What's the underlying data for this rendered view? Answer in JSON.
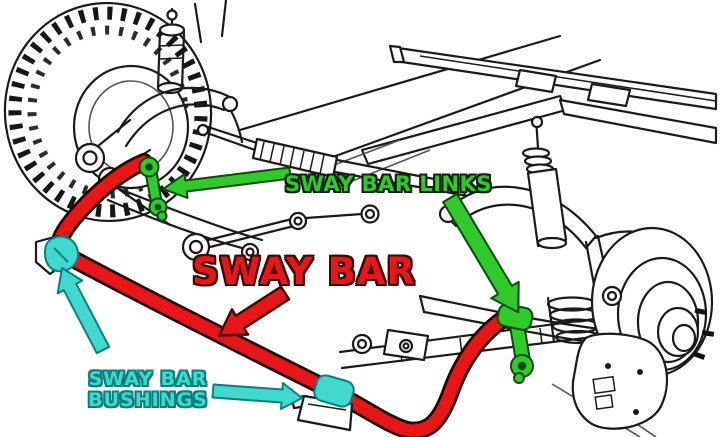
{
  "diagram": {
    "type": "vehicle front suspension illustration",
    "background_color": "#ffffff"
  },
  "labels": {
    "links": {
      "text": "SWAY BAR LINKS"
    },
    "bar": {
      "text": "SWAY BAR"
    },
    "bushings": {
      "line1": "SWAY BAR",
      "line2": "BUSHINGS"
    }
  },
  "colors": {
    "red": "#e81616",
    "red_outline": "#3f0505",
    "green": "#2fcb2a",
    "green_outline": "#0c4a0a",
    "cyan": "#3fd9cf",
    "cyan_outline": "#0b7f7f",
    "ink": "#1a1a1a",
    "white": "#ffffff"
  },
  "parts": [
    {
      "id": "sway-bar",
      "label": "SWAY BAR",
      "highlight": "red"
    },
    {
      "id": "sway-bar-link-left",
      "label": "SWAY BAR LINKS",
      "highlight": "green"
    },
    {
      "id": "sway-bar-link-right",
      "label": "SWAY BAR LINKS",
      "highlight": "green"
    },
    {
      "id": "sway-bar-bushing-left",
      "label": "SWAY BAR BUSHINGS",
      "highlight": "cyan"
    },
    {
      "id": "sway-bar-bushing-center",
      "label": "SWAY BAR BUSHINGS",
      "highlight": "cyan"
    }
  ],
  "arrows": [
    {
      "id": "green-arrow-left",
      "color": "#2fcb2a",
      "points_to": "sway-bar-link-left"
    },
    {
      "id": "green-arrow-right",
      "color": "#2fcb2a",
      "points_to": "sway-bar-link-right"
    },
    {
      "id": "red-arrow",
      "color": "#e81616",
      "points_to": "sway-bar"
    },
    {
      "id": "cyan-arrow-left",
      "color": "#3fd9cf",
      "points_to": "sway-bar-bushing-left"
    },
    {
      "id": "cyan-arrow-center",
      "color": "#3fd9cf",
      "points_to": "sway-bar-bushing-center"
    }
  ]
}
